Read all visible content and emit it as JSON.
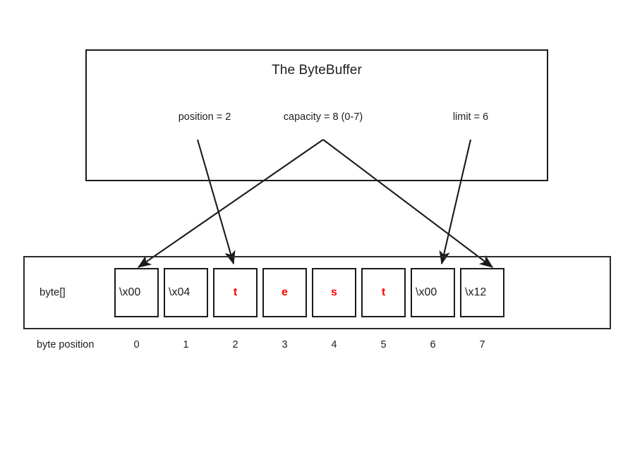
{
  "diagram": {
    "title": "The ByteBuffer",
    "array_label": "byte[]",
    "positions_label": "byte position",
    "accent_color": "#ff0000",
    "line_color": "#1a1a1a"
  },
  "metadata": [
    {
      "key": "position",
      "text": "position = 2",
      "value": 2
    },
    {
      "key": "capacity",
      "text": "capacity = 8 (0-7)",
      "value": 8
    },
    {
      "key": "limit",
      "text": "limit = 6",
      "value": 6
    }
  ],
  "bytes": [
    {
      "index": 0,
      "value": "\\x00",
      "kind": "hex",
      "color": "#1d1d1d"
    },
    {
      "index": 1,
      "value": "\\x04",
      "kind": "hex",
      "color": "#1d1d1d"
    },
    {
      "index": 2,
      "value": "t",
      "kind": "char",
      "color": "#ff0000"
    },
    {
      "index": 3,
      "value": "e",
      "kind": "char",
      "color": "#ff0000"
    },
    {
      "index": 4,
      "value": "s",
      "kind": "char",
      "color": "#ff0000"
    },
    {
      "index": 5,
      "value": "t",
      "kind": "char",
      "color": "#ff0000"
    },
    {
      "index": 6,
      "value": "\\x00",
      "kind": "hex",
      "color": "#1d1d1d"
    },
    {
      "index": 7,
      "value": "\\x12",
      "kind": "hex",
      "color": "#1d1d1d"
    }
  ],
  "positions": [
    "0",
    "1",
    "2",
    "3",
    "4",
    "5",
    "6",
    "7"
  ],
  "pointers": [
    {
      "name": "position-pointer",
      "from": "position = 2",
      "to_index": 2
    },
    {
      "name": "capacity-pointer-left",
      "from": "capacity = 8 (0-7)",
      "to_index": 0
    },
    {
      "name": "capacity-pointer-right",
      "from": "capacity = 8 (0-7)",
      "to_index": 7
    },
    {
      "name": "limit-pointer",
      "from": "limit = 6",
      "to_index": 6
    }
  ]
}
